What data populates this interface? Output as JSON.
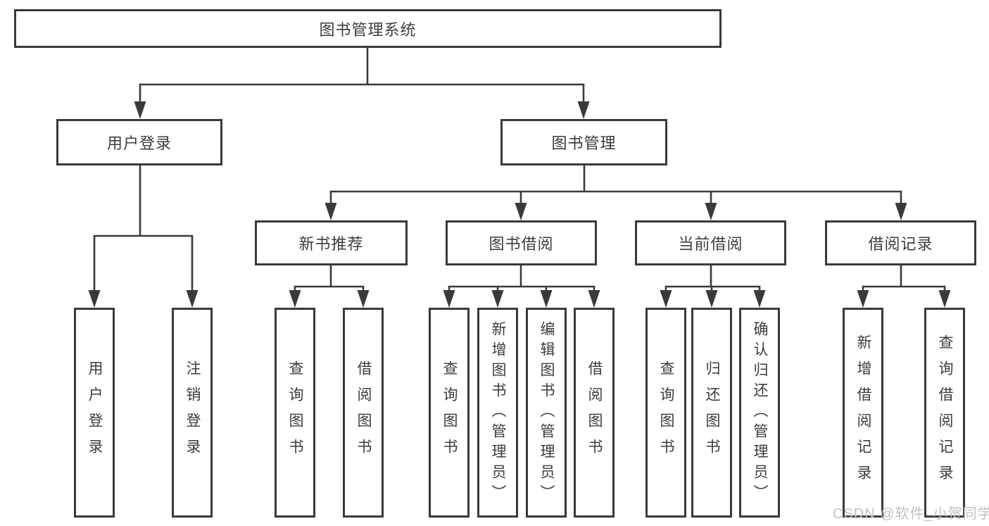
{
  "diagram": {
    "root": {
      "label": "图书管理系统"
    },
    "level2": [
      {
        "label": "用户登录"
      },
      {
        "label": "图书管理"
      }
    ],
    "level3": [
      {
        "label": "新书推荐"
      },
      {
        "label": "图书借阅"
      },
      {
        "label": "当前借阅"
      },
      {
        "label": "借阅记录"
      }
    ],
    "groups": [
      {
        "parent": "用户登录",
        "children": [
          "用户登录",
          "注销登录"
        ]
      },
      {
        "parent": "新书推荐",
        "children": [
          "查询图书",
          "借阅图书"
        ]
      },
      {
        "parent": "图书借阅",
        "children": [
          "查询图书",
          "新增图书（管理员）",
          "编辑图书（管理员）",
          "借阅图书"
        ]
      },
      {
        "parent": "当前借阅",
        "children": [
          "查询图书",
          "归还图书",
          "确认归还（管理员）"
        ]
      },
      {
        "parent": "借阅记录",
        "children": [
          "新增借阅记录",
          "查询借阅记录"
        ]
      }
    ]
  },
  "watermark": {
    "text": "CSDN @软件_小贺同学"
  },
  "colors": {
    "line": "#3a3a3a",
    "box_border": "#3a3a3a",
    "text": "#3c3c3c",
    "background": "#ffffff",
    "watermark": "#c2c2c2"
  }
}
